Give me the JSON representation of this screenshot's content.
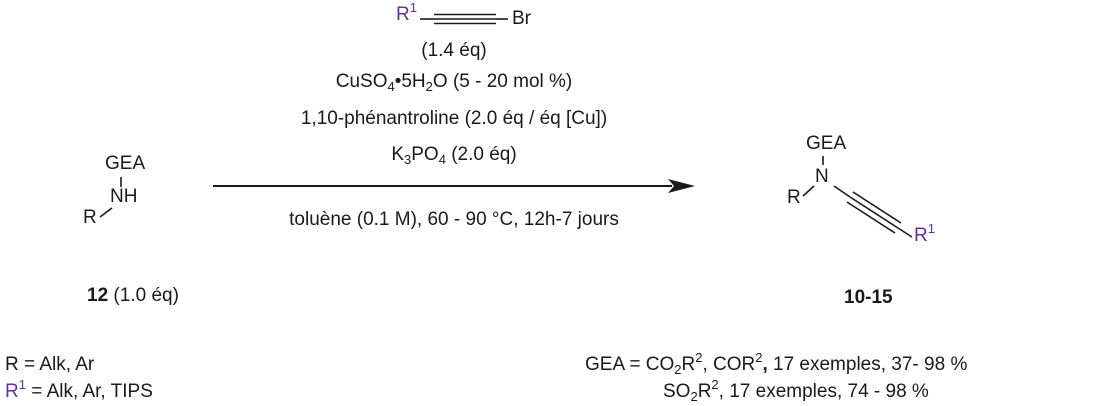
{
  "reagent": {
    "r1": "R",
    "r1_sup": "1",
    "br": "Br",
    "equiv": "(1.4 éq)"
  },
  "conditions": {
    "catalyst_pre": "CuSO",
    "catalyst_sub1": "4",
    "catalyst_mid": "•5H",
    "catalyst_sub2": "2",
    "catalyst_post": "O (5 - 20 mol %)",
    "ligand": "1,10-phénantroline (2.0 éq / éq [Cu])",
    "base_pre": "K",
    "base_sub1": "3",
    "base_mid": "PO",
    "base_sub2": "4",
    "base_post": " (2.0 éq)",
    "solvent": "toluène (0.1 M), 60 - 90 °C, 12h-7 jours"
  },
  "substrate": {
    "gea": "GEA",
    "nh": "NH",
    "r": "R",
    "label_num": "12",
    "label_eq": " (1.0 éq)"
  },
  "product": {
    "gea": "GEA",
    "n": "N",
    "r": "R",
    "r1": "R",
    "r1_sup": "1",
    "label": "10-15"
  },
  "notes_left": {
    "line1": "R = Alk, Ar",
    "line2_r": "R",
    "line2_sup": "1",
    "line2_rest": " = Alk, Ar, TIPS"
  },
  "notes_right": {
    "line1_pre": "GEA = CO",
    "line1_sub": "2",
    "line1_r": "R",
    "line1_sup": "2",
    "line1_mid": ", COR",
    "line1_sup2": "2",
    "line1_comma": ",",
    "line1_rest": " 17 exemples, 37- 98 %",
    "line2_pre": "SO",
    "line2_sub": "2",
    "line2_r": "R",
    "line2_sup": "2",
    "line2_rest": ", 17 exemples, 74 - 98 %"
  },
  "colors": {
    "r1_accent": "#6a2f96",
    "ink": "#1a1a1a"
  }
}
